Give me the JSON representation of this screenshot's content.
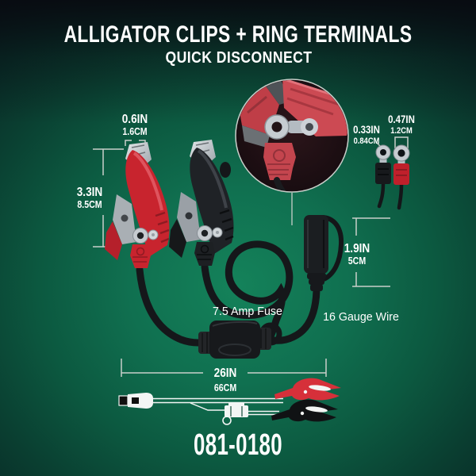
{
  "header": {
    "title": "ALLIGATOR CLIPS + RING TERMINALS",
    "subtitle": "QUICK DISCONNECT"
  },
  "dimensions": {
    "clip_jaw_opening": {
      "inches": "0.6IN",
      "metric": "1.6CM"
    },
    "clip_length": {
      "inches": "3.3IN",
      "metric": "8.5CM"
    },
    "small_ring_hole": {
      "inches": "0.33IN",
      "metric": "0.84CM"
    },
    "large_ring_width": {
      "inches": "0.47IN",
      "metric": "1.2CM"
    },
    "connector_length": {
      "inches": "1.9IN",
      "metric": "5CM"
    },
    "cable_length": {
      "inches": "26IN",
      "metric": "66CM"
    }
  },
  "callouts": {
    "fuse": "7.5 Amp Fuse",
    "wire_gauge": "16 Gauge Wire"
  },
  "part_number": "081-0180",
  "colors": {
    "background_green": "#107050",
    "background_dark": "#0b1018",
    "clip_red": "#c8242e",
    "clip_black": "#1f2226",
    "text_white": "#ffffff",
    "dimension_line": "#c9cfca"
  }
}
